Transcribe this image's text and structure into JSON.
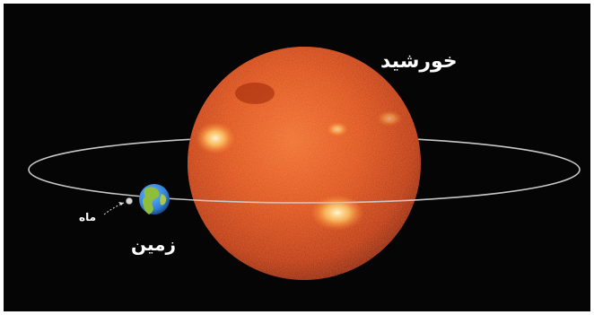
{
  "labels": {
    "sun": "خورشید",
    "earth": "زمین",
    "moon": "ماه"
  },
  "colors": {
    "background": "#050505",
    "frame": "#ffffff",
    "orbit": "#c8c8c8",
    "sun_core": "#e04a14",
    "sun_edge": "#8a1a05",
    "sun_flare": "#ffe7a0",
    "earth_ocean": "#2f7fd6",
    "earth_land": "#8fbf3a",
    "moon": "#d8d8d8",
    "text": "#ffffff"
  }
}
